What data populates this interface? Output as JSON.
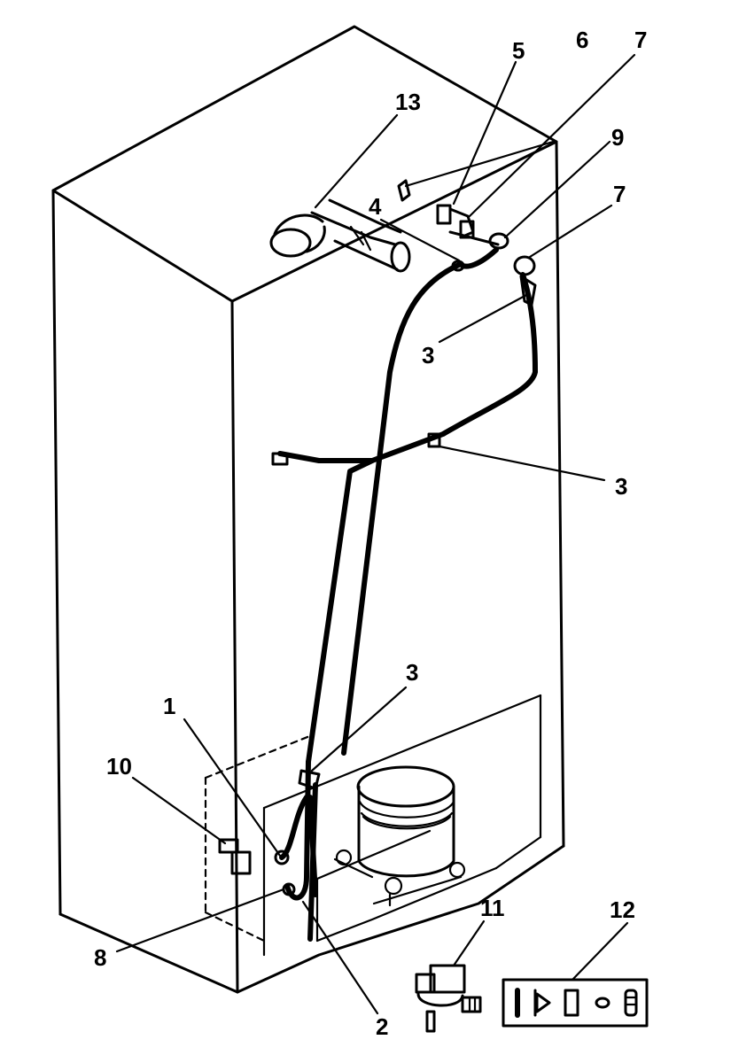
{
  "callouts": {
    "c1": "1",
    "c2": "2",
    "c3a": "3",
    "c3b": "3",
    "c3c": "3",
    "c4": "4",
    "c5": "5",
    "c6": "6",
    "c7a": "7",
    "c7b": "7",
    "c8": "8",
    "c9": "9",
    "c10": "10",
    "c11": "11",
    "c12": "12",
    "c13": "13"
  },
  "colors": {
    "ink": "#000000",
    "paper": "#ffffff",
    "part_fill": "#f2f2f2"
  }
}
